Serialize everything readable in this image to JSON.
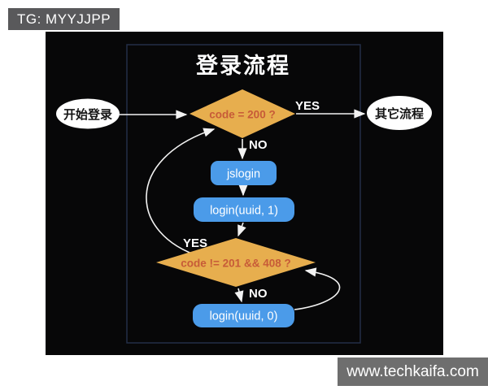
{
  "watermarks": {
    "tg_badge": "TG: MYYJJPP",
    "site_badge": "www.techkaifa.com"
  },
  "flowchart": {
    "title": "登录流程",
    "nodes": {
      "start": "开始登录",
      "other_flow": "其它流程",
      "decision1": "code = 200 ?",
      "jslogin": "jslogin",
      "login_uuid_1": "login(uuid, 1)",
      "decision2": "code != 201 && 408 ?",
      "login_uuid_0": "login(uuid, 0)"
    },
    "edge_labels": {
      "yes_top": "YES",
      "no_top": "NO",
      "yes_loop": "YES",
      "no_bottom": "NO"
    },
    "colors": {
      "canvas_bg": "#070708",
      "inner_border": "#232F47",
      "diamond_fill": "#E7AE4E",
      "diamond_text": "#C75B38",
      "process_fill": "#4B9BE9",
      "process_text": "#FFFFFF",
      "terminal_fill": "#FFFFFF",
      "terminal_text": "#141414",
      "arrow": "#F2F2F2",
      "tg_badge_bg": "#59595B",
      "site_badge_bg": "#6E6E6E"
    }
  }
}
